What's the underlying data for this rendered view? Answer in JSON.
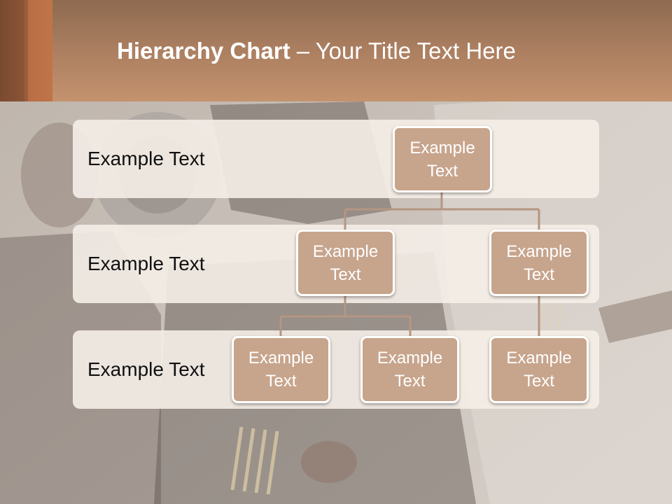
{
  "slide": {
    "title_bold": "Hierarchy Chart",
    "title_dash": " – ",
    "title_rest": "Your Title Text Here"
  },
  "levels": [
    {
      "label": "Example Text"
    },
    {
      "label": "Example Text"
    },
    {
      "label": "Example Text"
    }
  ],
  "nodes": {
    "root": "Example\nText",
    "level2_left": "Example\nText",
    "level2_right": "Example\nText",
    "level3_a": "Example\nText",
    "level3_b": "Example\nText",
    "level3_c": "Example\nText"
  },
  "colors": {
    "header": "#b08262",
    "node_fill": "#c7a48c",
    "connector": "#b59683",
    "band": "#f5eee8"
  }
}
